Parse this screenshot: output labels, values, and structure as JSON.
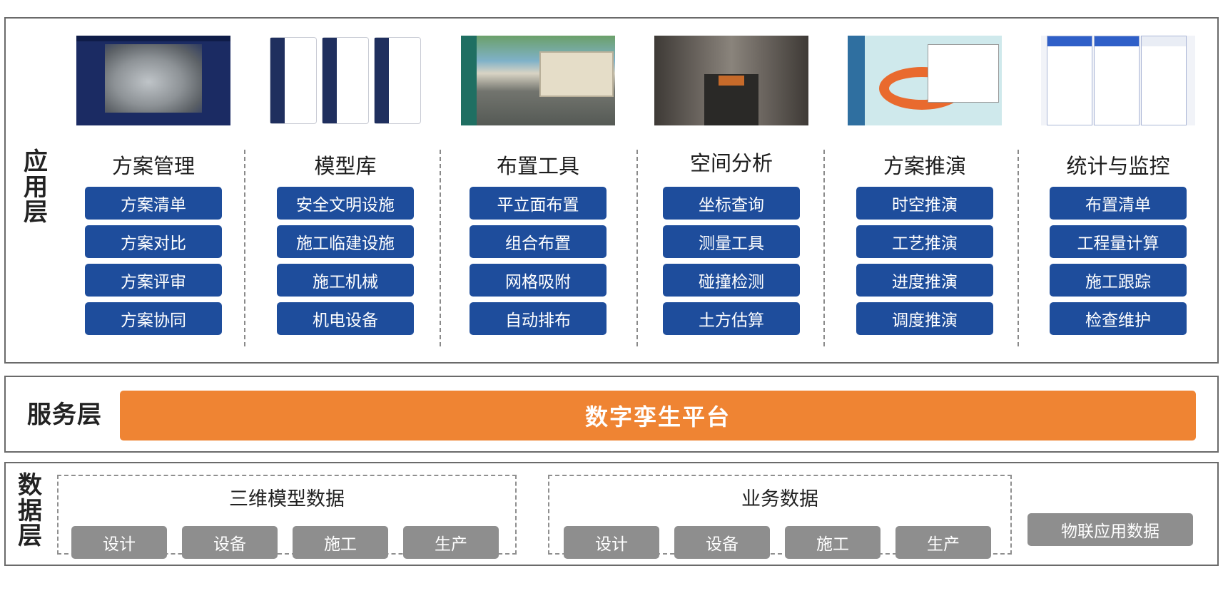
{
  "application_layer": {
    "label": "应用层",
    "columns": [
      {
        "title": "方案管理",
        "items": [
          "方案清单",
          "方案对比",
          "方案评审",
          "方案协同"
        ]
      },
      {
        "title": "模型库",
        "items": [
          "安全文明设施",
          "施工临建设施",
          "施工机械",
          "机电设备"
        ]
      },
      {
        "title": "布置工具",
        "items": [
          "平立面布置",
          "组合布置",
          "网格吸附",
          "自动排布"
        ]
      },
      {
        "title": "空间分析",
        "items": [
          "坐标查询",
          "测量工具",
          "碰撞检测",
          "土方估算"
        ]
      },
      {
        "title": "方案推演",
        "items": [
          "时空推演",
          "工艺推演",
          "进度推演",
          "调度推演"
        ]
      },
      {
        "title": "统计与监控",
        "items": [
          "布置清单",
          "工程量计算",
          "施工跟踪",
          "检查维护"
        ]
      }
    ]
  },
  "service_layer": {
    "label": "服务层",
    "platform": "数字孪生平台"
  },
  "data_layer": {
    "label": "数据层",
    "groups": [
      {
        "title": "三维模型数据",
        "items": [
          "设计",
          "设备",
          "施工",
          "生产"
        ]
      },
      {
        "title": "业务数据",
        "items": [
          "设计",
          "设备",
          "施工",
          "生产"
        ]
      }
    ],
    "standalone": "物联应用数据"
  },
  "colors": {
    "item_blue": "#1e4d9c",
    "platform_orange": "#ef8433",
    "data_gray": "#8e8e8e",
    "border": "#6a6a6a"
  }
}
